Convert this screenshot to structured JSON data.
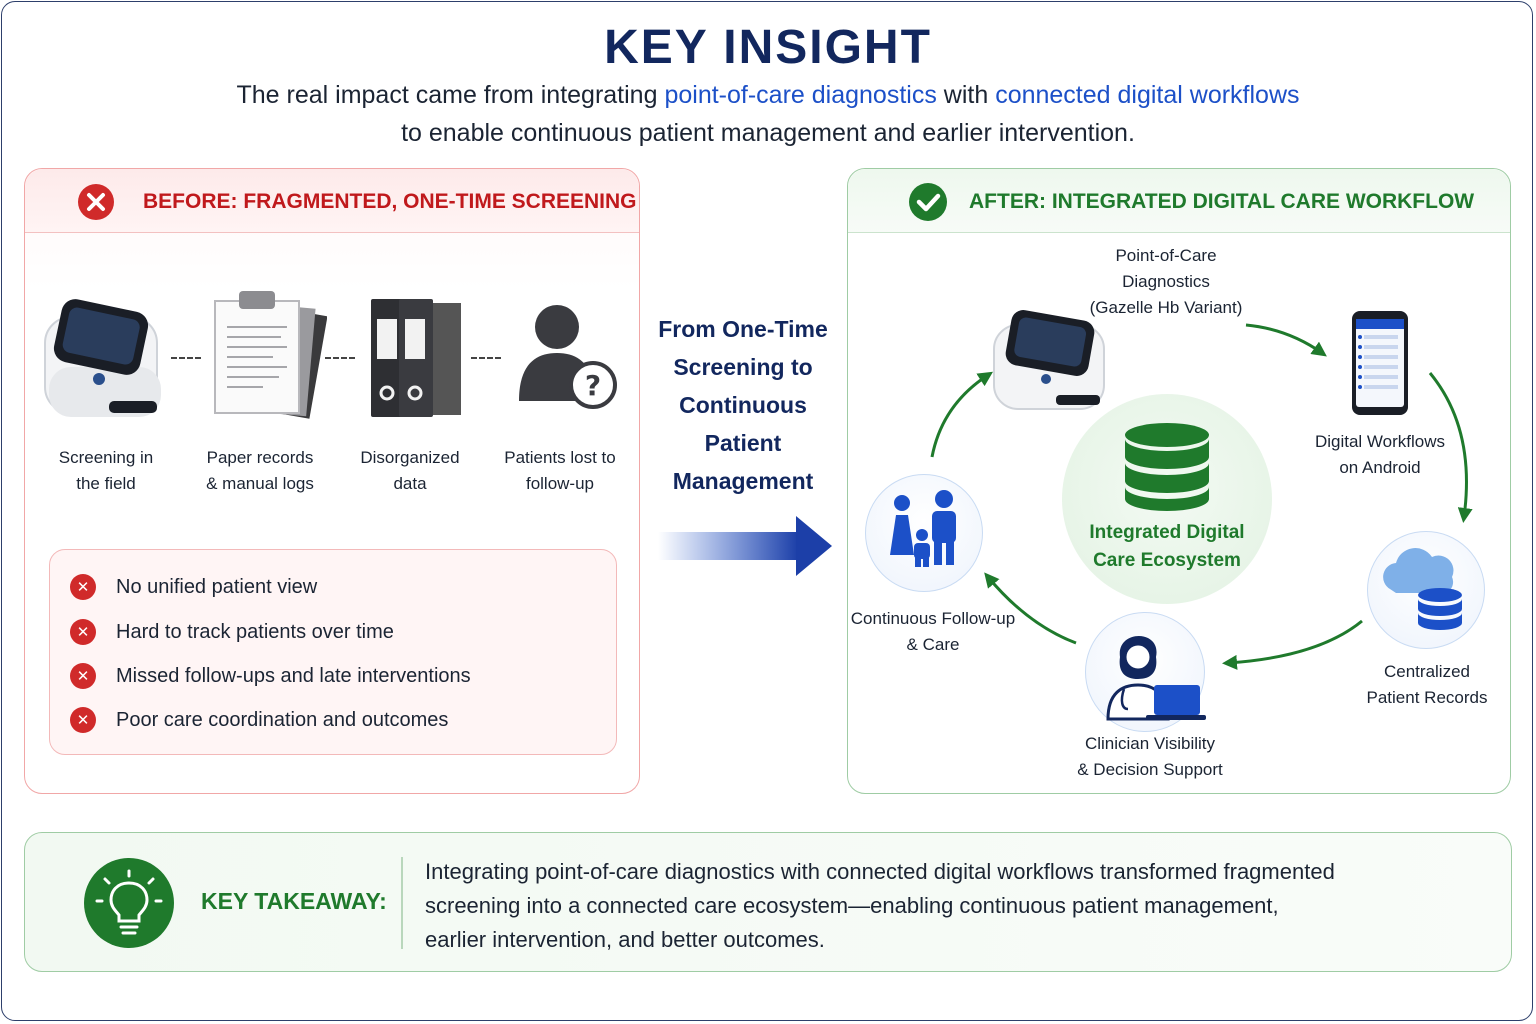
{
  "header": {
    "title": "KEY INSIGHT",
    "subtitle_part1": "The real impact came from integrating ",
    "subtitle_hl1": "point-of-care diagnostics",
    "subtitle_part2": " with ",
    "subtitle_hl2": "connected digital workflows",
    "subtitle_line2": "to enable continuous patient management and earlier intervention."
  },
  "before": {
    "heading": "BEFORE:  FRAGMENTED, ONE-TIME SCREENING",
    "steps": [
      {
        "line1": "Screening in",
        "line2": "the field",
        "icon": "handheld-device-icon"
      },
      {
        "line1": "Paper records",
        "line2": "& manual logs",
        "icon": "clipboard-icon"
      },
      {
        "line1": "Disorganized",
        "line2": "data",
        "icon": "binders-icon"
      },
      {
        "line1": "Patients lost to",
        "line2": "follow-up",
        "icon": "person-question-icon"
      }
    ],
    "issues": [
      "No unified patient view",
      "Hard to track patients over time",
      "Missed follow-ups and late interventions",
      "Poor care coordination and outcomes"
    ]
  },
  "transition": {
    "lines": [
      "From One-Time",
      "Screening to",
      "Continuous",
      "Patient",
      "Management"
    ]
  },
  "after": {
    "heading": "AFTER: INTEGRATED DIGITAL CARE WORKFLOW",
    "center": {
      "line1": "Integrated Digital",
      "line2": "Care Ecosystem"
    },
    "nodes": {
      "poc": {
        "line1": "Point-of-Care",
        "line2": "Diagnostics",
        "line3": "(Gazelle Hb Variant)"
      },
      "workflows": {
        "line1": "Digital Workflows",
        "line2": "on Android"
      },
      "records": {
        "line1": "Centralized",
        "line2": "Patient Records"
      },
      "clinician": {
        "line1": "Clinician Visibility",
        "line2": "& Decision Support"
      },
      "followup": {
        "line1": "Continuous Follow-up",
        "line2": "& Care"
      }
    }
  },
  "takeaway": {
    "label": "KEY TAKEAWAY:",
    "line1": "Integrating point-of-care diagnostics with connected digital workflows transformed fragmented",
    "line2": "screening into a connected care ecosystem—enabling continuous patient management,",
    "line3": "earlier intervention, and better outcomes."
  },
  "colors": {
    "navy": "#12275e",
    "accent_blue": "#1c50c8",
    "red": "#c0191c",
    "green": "#1f7a2c"
  }
}
